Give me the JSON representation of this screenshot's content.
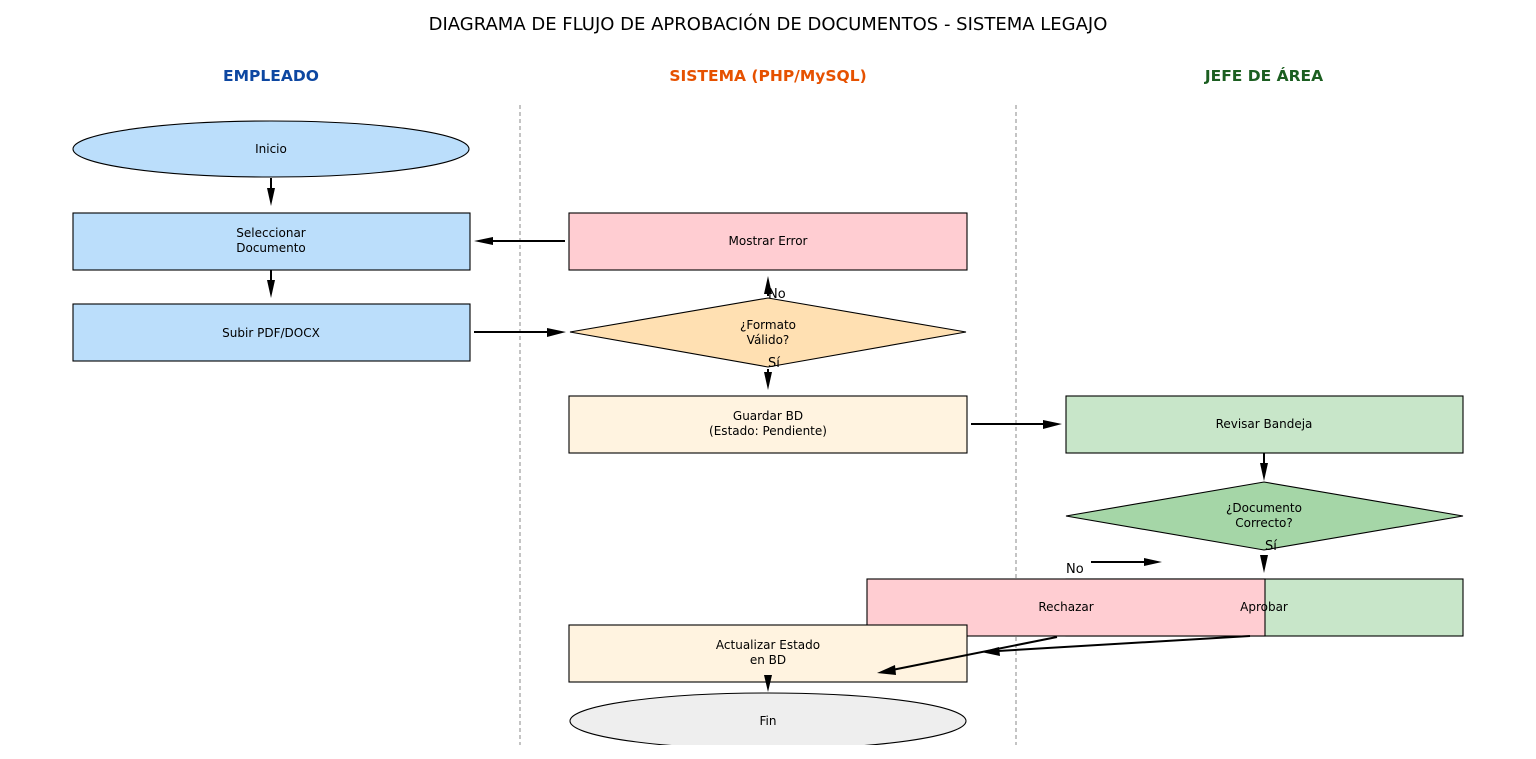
{
  "title": "DIAGRAMA DE FLUJO DE APROBACIÓN DE DOCUMENTOS - SISTEMA LEGAJO",
  "lanes": [
    {
      "id": "empleado",
      "label": "EMPLEADO",
      "color": "#0D47A1"
    },
    {
      "id": "sistema",
      "label": "SISTEMA (PHP/MySQL)",
      "color": "#E65100"
    },
    {
      "id": "jefe",
      "label": "JEFE DE ÁREA",
      "color": "#1B5E20"
    }
  ],
  "nodes": {
    "inicio": {
      "label": [
        "Inicio"
      ],
      "shape": "ellipse",
      "lane": "empleado",
      "fill": "#BBDEFB"
    },
    "seleccionar": {
      "label": [
        "Seleccionar",
        "Documento"
      ],
      "shape": "rect",
      "lane": "empleado",
      "fill": "#BBDEFB"
    },
    "subir": {
      "label": [
        "Subir PDF/DOCX"
      ],
      "shape": "rect",
      "lane": "empleado",
      "fill": "#BBDEFB"
    },
    "mostrar_error": {
      "label": [
        "Mostrar Error"
      ],
      "shape": "rect",
      "lane": "sistema",
      "fill": "#FFCDD2"
    },
    "formato_valido": {
      "label": [
        "¿Formato",
        "Válido?"
      ],
      "shape": "diamond",
      "lane": "sistema",
      "fill": "#FFE0B2"
    },
    "guardar_bd": {
      "label": [
        "Guardar BD",
        "(Estado: Pendiente)"
      ],
      "shape": "rect",
      "lane": "sistema",
      "fill": "#FFF3E0"
    },
    "revisar_bandeja": {
      "label": [
        "Revisar Bandeja"
      ],
      "shape": "rect",
      "lane": "jefe",
      "fill": "#C8E6C9"
    },
    "documento_correcto": {
      "label": [
        "¿Documento",
        "Correcto?"
      ],
      "shape": "diamond",
      "lane": "jefe",
      "fill": "#A5D6A7"
    },
    "rechazar": {
      "label": [
        "Rechazar"
      ],
      "shape": "rect",
      "lane": "jefe",
      "fill": "#FFCDD2"
    },
    "aprobar": {
      "label": [
        "Aprobar"
      ],
      "shape": "rect",
      "lane": "jefe",
      "fill": "#C8E6C9"
    },
    "actualizar_estado": {
      "label": [
        "Actualizar Estado",
        "en BD"
      ],
      "shape": "rect",
      "lane": "sistema",
      "fill": "#FFF3E0"
    },
    "fin": {
      "label": [
        "Fin"
      ],
      "shape": "ellipse",
      "lane": "sistema",
      "fill": "#EEEEEE"
    }
  },
  "edges": [
    {
      "from": "inicio",
      "to": "seleccionar",
      "label": ""
    },
    {
      "from": "seleccionar",
      "to": "subir",
      "label": ""
    },
    {
      "from": "subir",
      "to": "formato_valido",
      "label": ""
    },
    {
      "from": "formato_valido",
      "to": "mostrar_error",
      "label": "No"
    },
    {
      "from": "mostrar_error",
      "to": "seleccionar",
      "label": ""
    },
    {
      "from": "formato_valido",
      "to": "guardar_bd",
      "label": "Sí"
    },
    {
      "from": "guardar_bd",
      "to": "revisar_bandeja",
      "label": ""
    },
    {
      "from": "revisar_bandeja",
      "to": "documento_correcto",
      "label": ""
    },
    {
      "from": "documento_correcto",
      "to": "aprobar",
      "label": "Sí"
    },
    {
      "from": "documento_correcto",
      "to": "rechazar",
      "label": "No"
    },
    {
      "from": "rechazar",
      "to": "actualizar_estado",
      "label": ""
    },
    {
      "from": "aprobar",
      "to": "actualizar_estado",
      "label": ""
    },
    {
      "from": "actualizar_estado",
      "to": "fin",
      "label": ""
    }
  ]
}
